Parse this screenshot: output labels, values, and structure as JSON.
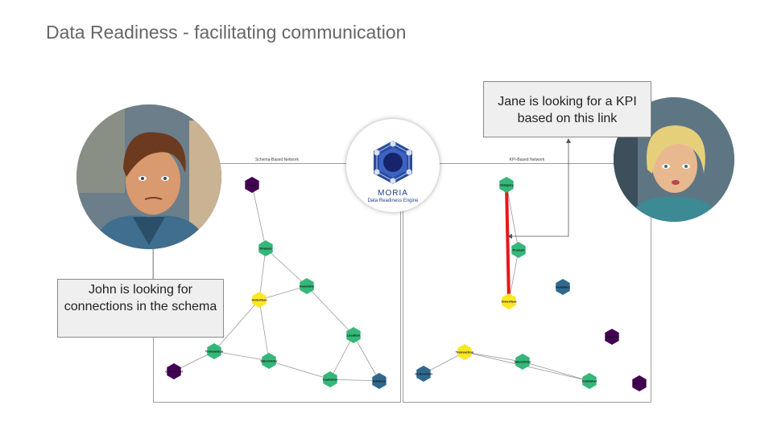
{
  "title": "Data Readiness - facilitating communication",
  "logo": {
    "name": "MORIA",
    "tagline": "Data Readiness Engine",
    "icon": "network-hexagon-icon"
  },
  "left_panel": {
    "title": "Schema-Based Network",
    "nodes": [
      {
        "id": "category",
        "label": "Category",
        "color": "#440154"
      },
      {
        "id": "product",
        "label": "Product",
        "color": "#35b779"
      },
      {
        "id": "inventory",
        "label": "Inventory",
        "color": "#35b779"
      },
      {
        "id": "orderitem",
        "label": "OrderItem",
        "color": "#fde725"
      },
      {
        "id": "location",
        "label": "Location",
        "color": "#35b779"
      },
      {
        "id": "transaction",
        "label": "Transaction",
        "color": "#35b779"
      },
      {
        "id": "salesorder",
        "label": "SalesOrder",
        "color": "#35b779"
      },
      {
        "id": "customer",
        "label": "Customer",
        "color": "#35b779"
      },
      {
        "id": "address",
        "label": "Address",
        "color": "#31688e"
      },
      {
        "id": "glaccount",
        "label": "GLAccount",
        "color": "#440154"
      }
    ],
    "edges": [
      [
        "category",
        "product"
      ],
      [
        "product",
        "inventory"
      ],
      [
        "product",
        "orderitem"
      ],
      [
        "inventory",
        "orderitem"
      ],
      [
        "inventory",
        "location"
      ],
      [
        "orderitem",
        "transaction"
      ],
      [
        "orderitem",
        "salesorder"
      ],
      [
        "transaction",
        "glaccount"
      ],
      [
        "transaction",
        "salesorder"
      ],
      [
        "salesorder",
        "customer"
      ],
      [
        "location",
        "customer"
      ],
      [
        "location",
        "address"
      ],
      [
        "customer",
        "address"
      ]
    ]
  },
  "right_panel": {
    "title": "KPI-Based Network",
    "nodes": [
      {
        "id": "category",
        "label": "Category",
        "color": "#35b779"
      },
      {
        "id": "product",
        "label": "Product",
        "color": "#35b779"
      },
      {
        "id": "orderitem",
        "label": "OrderItem",
        "color": "#fde725"
      },
      {
        "id": "inventory",
        "label": "Inventory",
        "color": "#31688e"
      },
      {
        "id": "transaction",
        "label": "Transaction",
        "color": "#fde725"
      },
      {
        "id": "salesorder",
        "label": "SalesOrder",
        "color": "#35b779"
      },
      {
        "id": "customer",
        "label": "Customer",
        "color": "#35b779"
      },
      {
        "id": "glaccount",
        "label": "GLAccount",
        "color": "#31688e"
      },
      {
        "id": "location",
        "label": "Location",
        "color": "#440154"
      },
      {
        "id": "address",
        "label": "Address",
        "color": "#440154"
      }
    ],
    "edges": [
      [
        "category",
        "product"
      ],
      [
        "product",
        "orderitem"
      ],
      [
        "transaction",
        "glaccount"
      ],
      [
        "transaction",
        "salesorder"
      ],
      [
        "transaction",
        "customer"
      ],
      [
        "salesorder",
        "customer"
      ]
    ],
    "highlighted_edge": [
      "category",
      "orderitem"
    ],
    "highlight_color": "#e8161b"
  },
  "callouts": {
    "john": "John is looking for connections in the schema",
    "jane": "Jane is looking for a KPI based on this link"
  },
  "people": {
    "john": "John",
    "jane": "Jane"
  }
}
